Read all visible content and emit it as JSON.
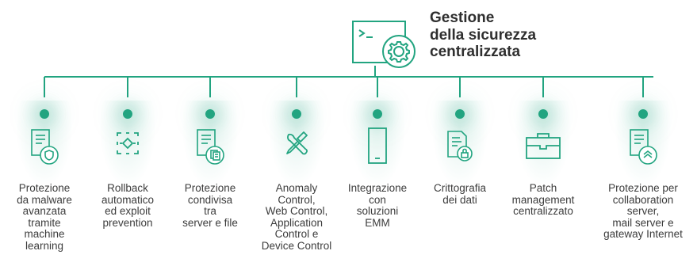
{
  "hub": {
    "icon": "terminal-gear-icon",
    "title_lines": [
      "Gestione",
      "della sicurezza",
      "centralizzata"
    ]
  },
  "accent_color": "#22a480",
  "features": [
    {
      "icon": "document-shield-icon",
      "label_lines": [
        "Protezione",
        "da malware",
        "avanzata",
        "tramite",
        "machine",
        "learning"
      ]
    },
    {
      "icon": "rollback-focus-icon",
      "label_lines": [
        "Rollback",
        "automatico",
        "ed exploit",
        "prevention"
      ]
    },
    {
      "icon": "document-shared-icon",
      "label_lines": [
        "Protezione",
        "condivisa",
        "tra",
        "server e file"
      ]
    },
    {
      "icon": "tools-icon",
      "label_lines": [
        "Anomaly",
        "Control,",
        "Web Control,",
        "Application",
        "Control e",
        "Device Control"
      ]
    },
    {
      "icon": "mobile-device-icon",
      "label_lines": [
        "Integrazione",
        "con",
        "soluzioni",
        "EMM"
      ]
    },
    {
      "icon": "document-lock-icon",
      "label_lines": [
        "Crittografia",
        "dei dati"
      ]
    },
    {
      "icon": "briefcase-icon",
      "label_lines": [
        "Patch",
        "management",
        "centralizzato"
      ]
    },
    {
      "icon": "server-layers-icon",
      "label_lines": [
        "Protezione per",
        "collaboration",
        "server,",
        "mail server e",
        "gateway Internet"
      ]
    }
  ]
}
